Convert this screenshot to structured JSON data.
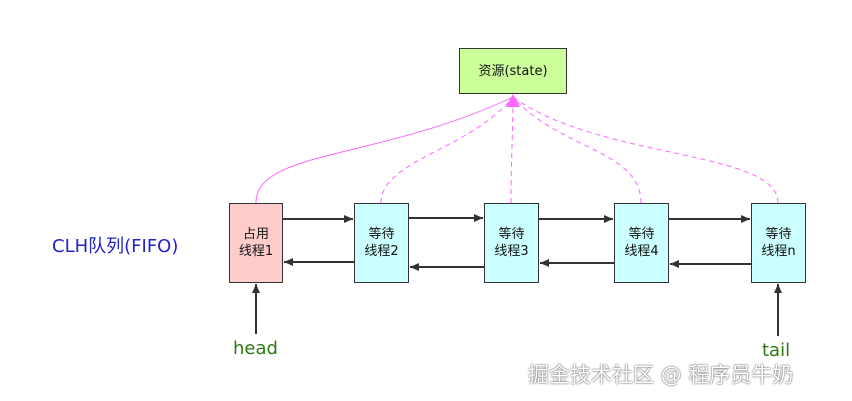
{
  "resource": {
    "label": "资源(state)"
  },
  "queue": {
    "title": "CLH队列(FIFO)",
    "nodes": [
      {
        "line1": "占用",
        "line2": "线程1"
      },
      {
        "line1": "等待",
        "line2": "线程2"
      },
      {
        "line1": "等待",
        "line2": "线程3"
      },
      {
        "line1": "等待",
        "line2": "线程4"
      },
      {
        "line1": "等待",
        "line2": "线程n"
      }
    ],
    "head_label": "head",
    "tail_label": "tail"
  },
  "watermark": "掘金技术社区 @ 程序员牛奶",
  "colors": {
    "resource_fill": "#ccff99",
    "holding_fill": "#ffcccc",
    "waiting_fill": "#ccffff",
    "link_line": "#ff66ff",
    "arrow": "#333333",
    "pointer_text": "#2d7a12",
    "queue_title": "#2222cc"
  }
}
